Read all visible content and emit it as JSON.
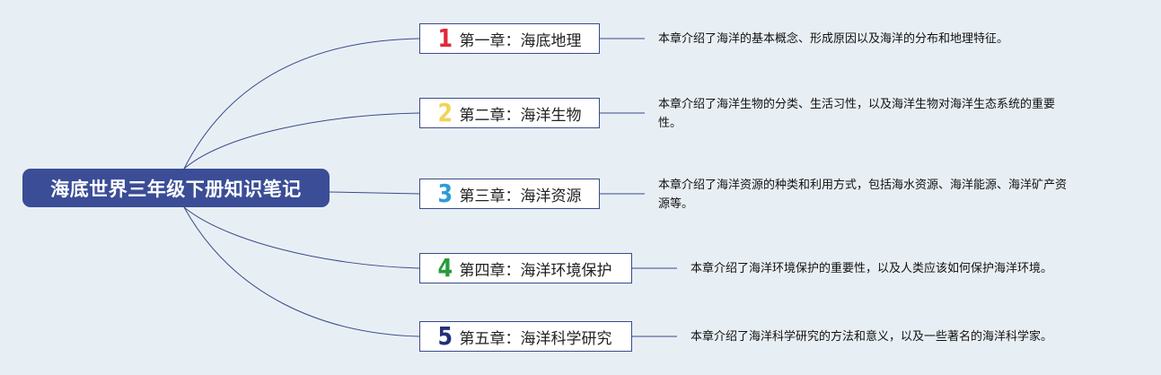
{
  "root": {
    "title": "海底世界三年级下册知识笔记",
    "color": "#3a4d96"
  },
  "chapters": [
    {
      "number": "1",
      "number_color": "#e0283a",
      "title": "第一章：海底地理",
      "description_lines": [
        "本章介绍了海洋的基本概念、形成原因以及海洋的分布和地理特征。"
      ]
    },
    {
      "number": "2",
      "number_color": "#f2d35a",
      "title": "第二章：海洋生物",
      "description_lines": [
        "本章介绍了海洋生物的分类、生活习性，以及海洋生物对海洋生态系统的重要",
        "性。"
      ]
    },
    {
      "number": "3",
      "number_color": "#2f9bd6",
      "title": "第三章：海洋资源",
      "description_lines": [
        "本章介绍了海洋资源的种类和利用方式，包括海水资源、海洋能源、海洋矿产资",
        "源等。"
      ]
    },
    {
      "number": "4",
      "number_color": "#2a9a3a",
      "title": "第四章：海洋环境保护",
      "description_lines": [
        "本章介绍了海洋环境保护的重要性，以及人类应该如何保护海洋环境。"
      ]
    },
    {
      "number": "5",
      "number_color": "#23307a",
      "title": "第五章：海洋科学研究",
      "description_lines": [
        "本章介绍了海洋科学研究的方法和意义，以及一些著名的海洋科学家。"
      ]
    }
  ]
}
